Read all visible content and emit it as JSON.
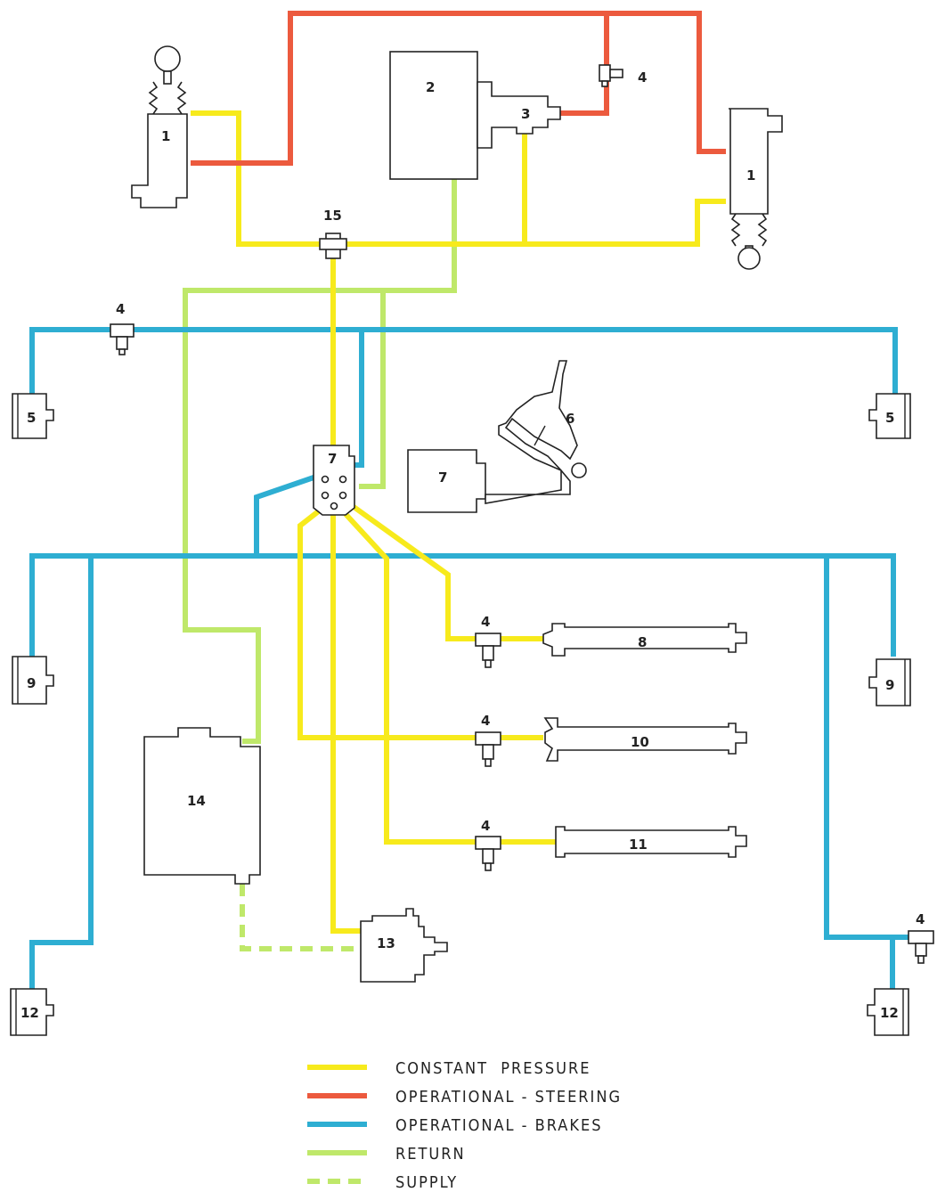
{
  "colors": {
    "constant_pressure": "#f7ea1c",
    "steering": "#ec5a3e",
    "brakes": "#2eaed2",
    "return": "#bfe86a",
    "supply": "#bfe86a",
    "outline": "#222222"
  },
  "labels": {
    "c1_left": "1",
    "c1_right": "1",
    "c2": "2",
    "c3": "3",
    "c4_top": "4",
    "c15": "15",
    "c4_left": "4",
    "c5_left": "5",
    "c5_right": "5",
    "c7_valve": "7",
    "c7_unit": "7",
    "c6": "6",
    "c9_left": "9",
    "c9_right": "9",
    "c4_a": "4",
    "c8": "8",
    "c4_b": "4",
    "c10": "10",
    "c4_c": "4",
    "c11": "11",
    "c14": "14",
    "c13": "13",
    "c12_left": "12",
    "c12_right": "12",
    "c4_right": "4"
  },
  "legend": [
    {
      "label": "CONSTANT  PRESSURE",
      "color_key": "constant_pressure",
      "style": "solid"
    },
    {
      "label": "OPERATIONAL - STEERING",
      "color_key": "steering",
      "style": "solid"
    },
    {
      "label": "OPERATIONAL - BRAKES",
      "color_key": "brakes",
      "style": "solid"
    },
    {
      "label": "RETURN",
      "color_key": "return",
      "style": "solid"
    },
    {
      "label": "SUPPLY",
      "color_key": "supply",
      "style": "dashed"
    }
  ]
}
